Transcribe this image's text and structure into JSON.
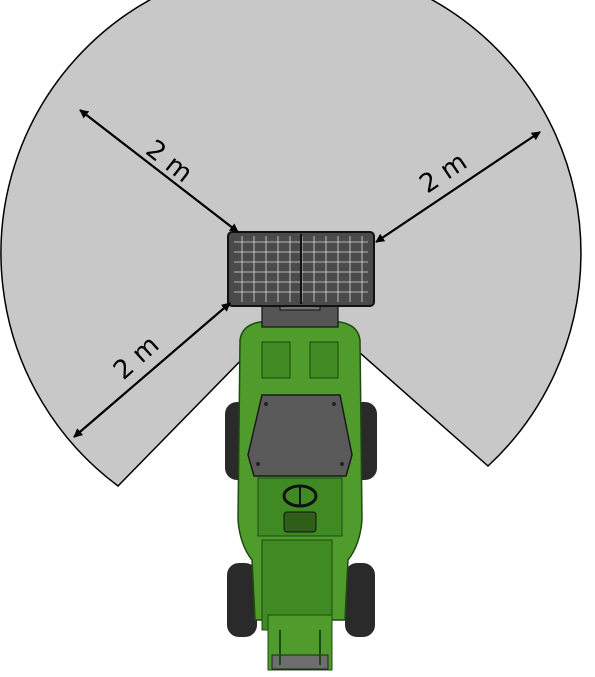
{
  "colors": {
    "zone_fill": "#c8c8c8",
    "outline": "#000000",
    "machine_green": "#4f9c2c",
    "machine_dark_green": "#2f6e18",
    "tire": "#2a2a2a",
    "roof": "#5a5a5a",
    "frame_grey": "#6e6e6e"
  },
  "zone": {
    "dimensions": [
      {
        "label": "2 m",
        "side": "front-left"
      },
      {
        "label": "2 m",
        "side": "front-right"
      },
      {
        "label": "2 m",
        "side": "left"
      }
    ]
  }
}
